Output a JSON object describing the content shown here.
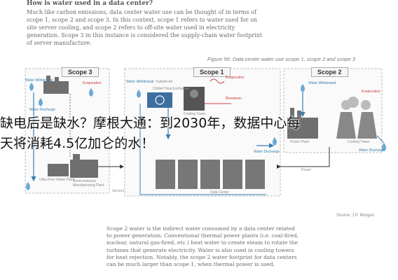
{
  "article": {
    "heading": "How is water used in a data center?",
    "intro": "Much like carbon emissions, data center water use can be thought of in terms of scope 1, scope 2 and scope 3. In this context, scope 1 refers to water used for on site server cooling, and scope 2 refers to off-site water used in electricity generation. Scope 3 in this instance is considered the supply-chain water footprint of server manufacture.",
    "figure_caption": "Figure 56: Data center water use scope 1, scope 2 and scope 3",
    "source": "Source: J.P. Morgan",
    "bottom_text": "Scope 2 water is the indirect water consumed by a data center related to power generation. Conventional thermal power plants (i.e. coal-fired, nuclear, natural gas-fired, etc.) heat water to create steam to rotate the turbines that generate electricity. Water is also used in cooling towers for heat rejection. Notably, the scope 2 water footprint for data centers can be much larger than scope 1, when thermal power is used."
  },
  "diagram": {
    "scope3_title": "Scope 3",
    "scope1_title": "Scope 1",
    "scope2_title": "Scope 2",
    "labels": {
      "water_withdrawal_s3": "Water Withdrawal",
      "water_discharge_s3": "Water Discharge",
      "evaporation_s3": "Evaporation",
      "ultra_pure_water_plant": "Ultra-Pure Water Plant",
      "semiconductor_plant": "Semiconductor Manufacturing Plant",
      "servers": "Servers",
      "water_withdrawal_s1": "Water Withdrawal",
      "outside_air": "Outside Air",
      "chiller_heat_exchanger": "Chiller/ Heat Exchanger",
      "evaporation_s1": "Evaporation",
      "blowdown": "Blowdown",
      "cooling_tower_s1": "Cooling Tower",
      "data_center": "Data Center",
      "water_discharge_s1": "Water Discharge",
      "power": "Power",
      "power_plant": "Power Plant",
      "evaporation_s2": "Evaporation",
      "cooling_tower_s2": "Cooling Tower",
      "water_withdrawal_s2": "Water Withdrawal",
      "water_discharge_s2": "Water Discharge"
    }
  },
  "overlay": {
    "line1": "缺电后是缺水？摩根大通：到2030年，数据中心每",
    "line2": "天将消耗4.5亿加仑的水！"
  }
}
